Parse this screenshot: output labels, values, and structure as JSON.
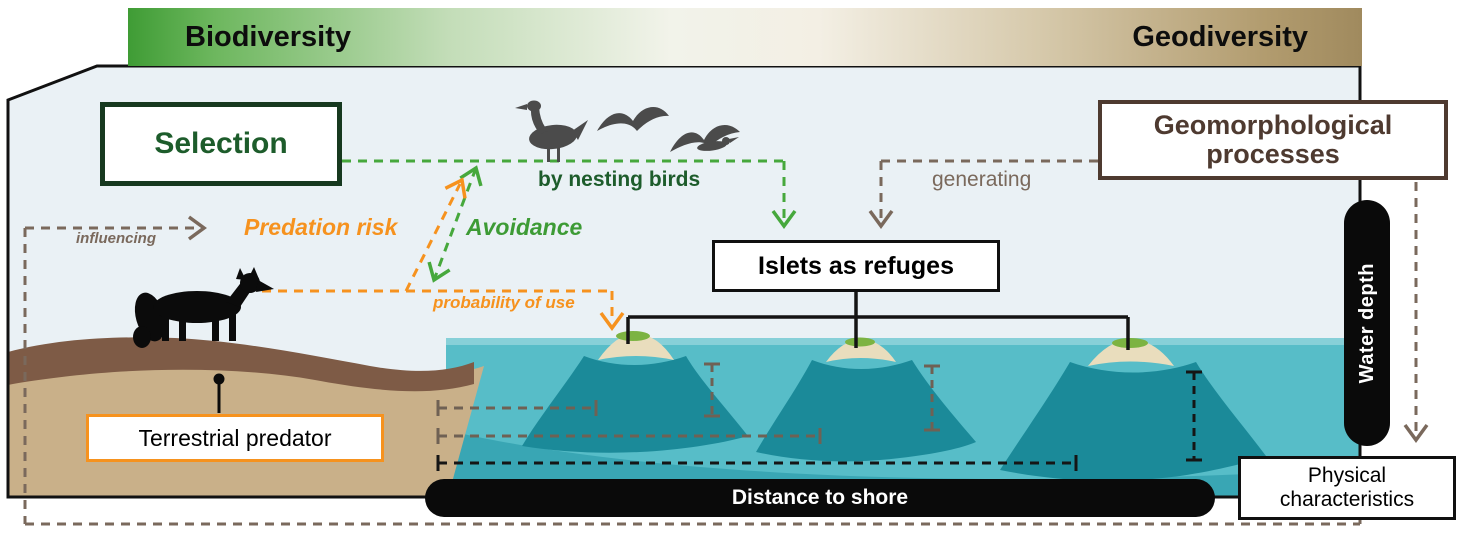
{
  "banner": {
    "left_label": "Biodiversity",
    "right_label": "Geodiversity"
  },
  "boxes": {
    "selection": "Selection",
    "geomorphological_processes": "Geomorphological processes",
    "islets_as_refuges": "Islets as refuges",
    "terrestrial_predator": "Terrestrial predator",
    "physical_characteristics": "Physical characteristics"
  },
  "labels": {
    "by_nesting_birds": "by nesting birds",
    "generating": "generating",
    "influencing": "influencing",
    "predation_risk": "Predation risk",
    "avoidance": "Avoidance",
    "probability_of_use": "probability of use"
  },
  "measures": {
    "water_depth": "Water depth",
    "distance_to_shore": "Distance to shore"
  },
  "icons": [
    "goose-icon",
    "gull-icon",
    "loon-icon",
    "fox-icon"
  ],
  "colors": {
    "biodiversity_green": "#3f9c35",
    "geodiversity_tan": "#a08a5e",
    "dark_green": "#1d5c2b",
    "mid_green": "#46a83c",
    "orange": "#f6921e",
    "brown_dash": "#7a695c",
    "dark_brown": "#4e3a30",
    "water_teal": "#57bdc8",
    "deep_teal": "#1b8a99",
    "sand": "#c9b089",
    "hill_brown": "#7e5b46",
    "black": "#0a0a0a"
  }
}
